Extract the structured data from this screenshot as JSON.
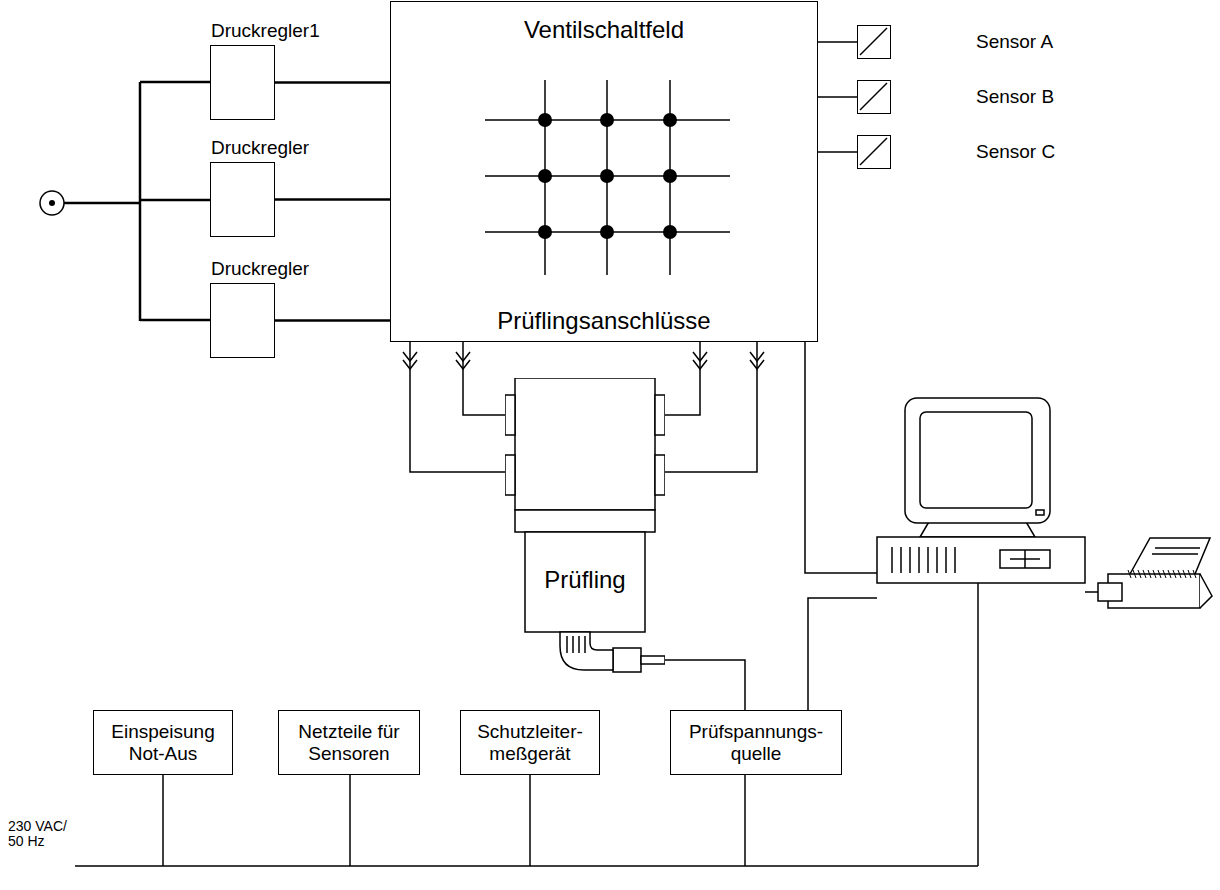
{
  "diagram": {
    "nodes": [
      {
        "text": [
          "Druckregler1"
        ]
      },
      {
        "text": [
          "Druckregler"
        ]
      },
      {
        "text": [
          "Druckregler"
        ]
      },
      {
        "text": [
          "Ventilschaltfeld",
          "Prüflingsanschlüsse"
        ]
      },
      {
        "text": [
          "Sensor A"
        ]
      },
      {
        "text": [
          "Sensor B"
        ]
      },
      {
        "text": [
          "Sensor C"
        ]
      },
      {
        "text": [
          "Prüfling"
        ]
      },
      {
        "text": [
          "Einspeisung Not-Aus"
        ]
      },
      {
        "text": [
          "Netzteile für Sensoren"
        ]
      },
      {
        "text": [
          "Schutzleiter- meßgerät"
        ]
      },
      {
        "text": [
          "Prüfspannungs- quelle"
        ]
      }
    ],
    "edges": [
      {
        "from": 0,
        "to": 3,
        "arrow": "none"
      },
      {
        "from": 1,
        "to": 3,
        "arrow": "none"
      },
      {
        "from": 2,
        "to": 3,
        "arrow": "none"
      },
      {
        "from": 3,
        "to": 4,
        "arrow": "none"
      },
      {
        "from": 3,
        "to": 5,
        "arrow": "none"
      },
      {
        "from": 3,
        "to": 6,
        "arrow": "none"
      },
      {
        "from": 3,
        "to": 7,
        "arrow": "none"
      },
      {
        "from": 3,
        "to": 7,
        "arrow": "none"
      },
      {
        "from": 3,
        "to": 7,
        "arrow": "none"
      },
      {
        "from": 3,
        "to": 7,
        "arrow": "none"
      },
      {
        "from": 11,
        "to": 7,
        "arrow": "none"
      }
    ],
    "labels": [
      "230 VAC/ 50 Hz"
    ]
  }
}
